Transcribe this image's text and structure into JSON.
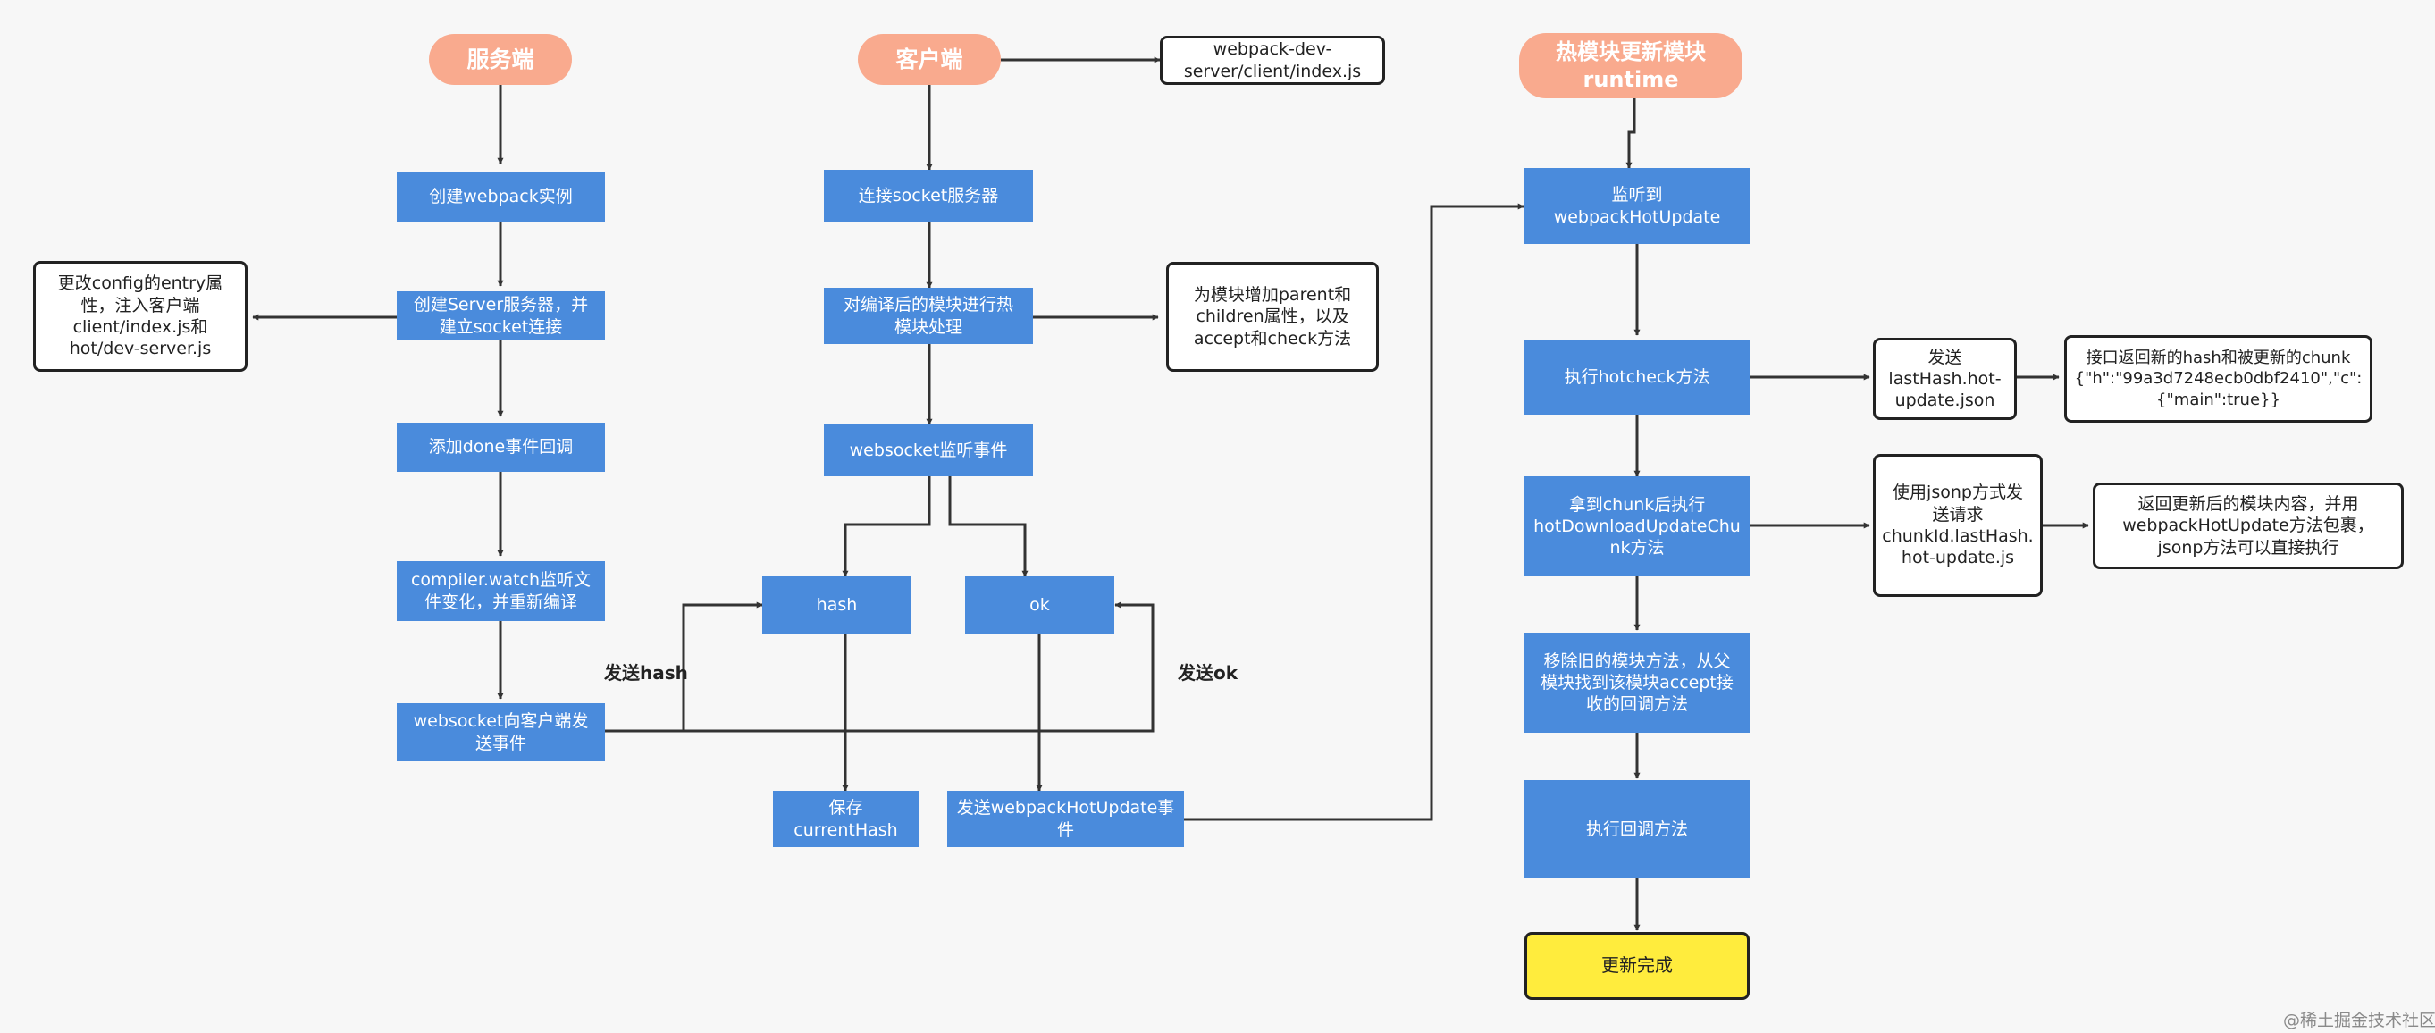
{
  "headers": {
    "server": "服务端",
    "client": "客户端",
    "runtime": "热模块更新模块\nruntime"
  },
  "server": {
    "create_webpack": "创建webpack实例",
    "create_server": "创建Server服务器，并\n建立socket连接",
    "add_done": "添加done事件回调",
    "compiler_watch": "compiler.watch监听文\n件变化，并重新编译",
    "ws_send": "websocket向客户端发\n送事件"
  },
  "client": {
    "client_entry": "webpack-dev-\nserver/client/index.js",
    "connect_socket": "连接socket服务器",
    "hot_process": "对编译后的模块进行热\n模块处理",
    "ws_listen": "websocket监听事件",
    "hash": "hash",
    "ok": "ok",
    "save_hash": "保存\ncurrentHash",
    "send_hot_update": "发送webpackHotUpdate事\n件"
  },
  "runtime": {
    "listen_hot_update": "监听到\nwebpackHotUpdate",
    "hotcheck": "执行hotcheck方法",
    "download_chunk": "拿到chunk后执行\nhotDownloadUpdateChu\nnk方法",
    "remove_old": "移除旧的模块方法，从父\n模块找到该模块accept接\n收的回调方法",
    "run_callback": "执行回调方法",
    "done": "更新完成"
  },
  "notes": {
    "config_entry": "更改config的entry属\n性，注入客户端\nclient/index.js和\nhot/dev-server.js",
    "add_parent": "为模块增加parent和\nchildren属性，以及\naccept和check方法",
    "send_lasthash": "发送\nlastHash.hot-\nupdate.json",
    "api_return": "接口返回新的hash和被更新的chunk\n{\"h\":\"99a3d7248ecb0dbf2410\",\"c\":\n{\"main\":true}}",
    "jsonp_request": "使用jsonp方式发\n送请求\nchunkId.lastHash.\nhot-update.js",
    "return_content": "返回更新后的模块内容，并用\nwebpackHotUpdate方法包裹，\njsonp方法可以直接执行"
  },
  "edge_labels": {
    "send_hash": "发送hash",
    "send_ok": "发送ok"
  },
  "watermark": "@稀土掘金技术社区",
  "colors": {
    "background": "#f7f7f7",
    "header": "#f9aa8e",
    "process": "#4a8bdc",
    "done": "#ffec3d",
    "line": "#333333"
  }
}
